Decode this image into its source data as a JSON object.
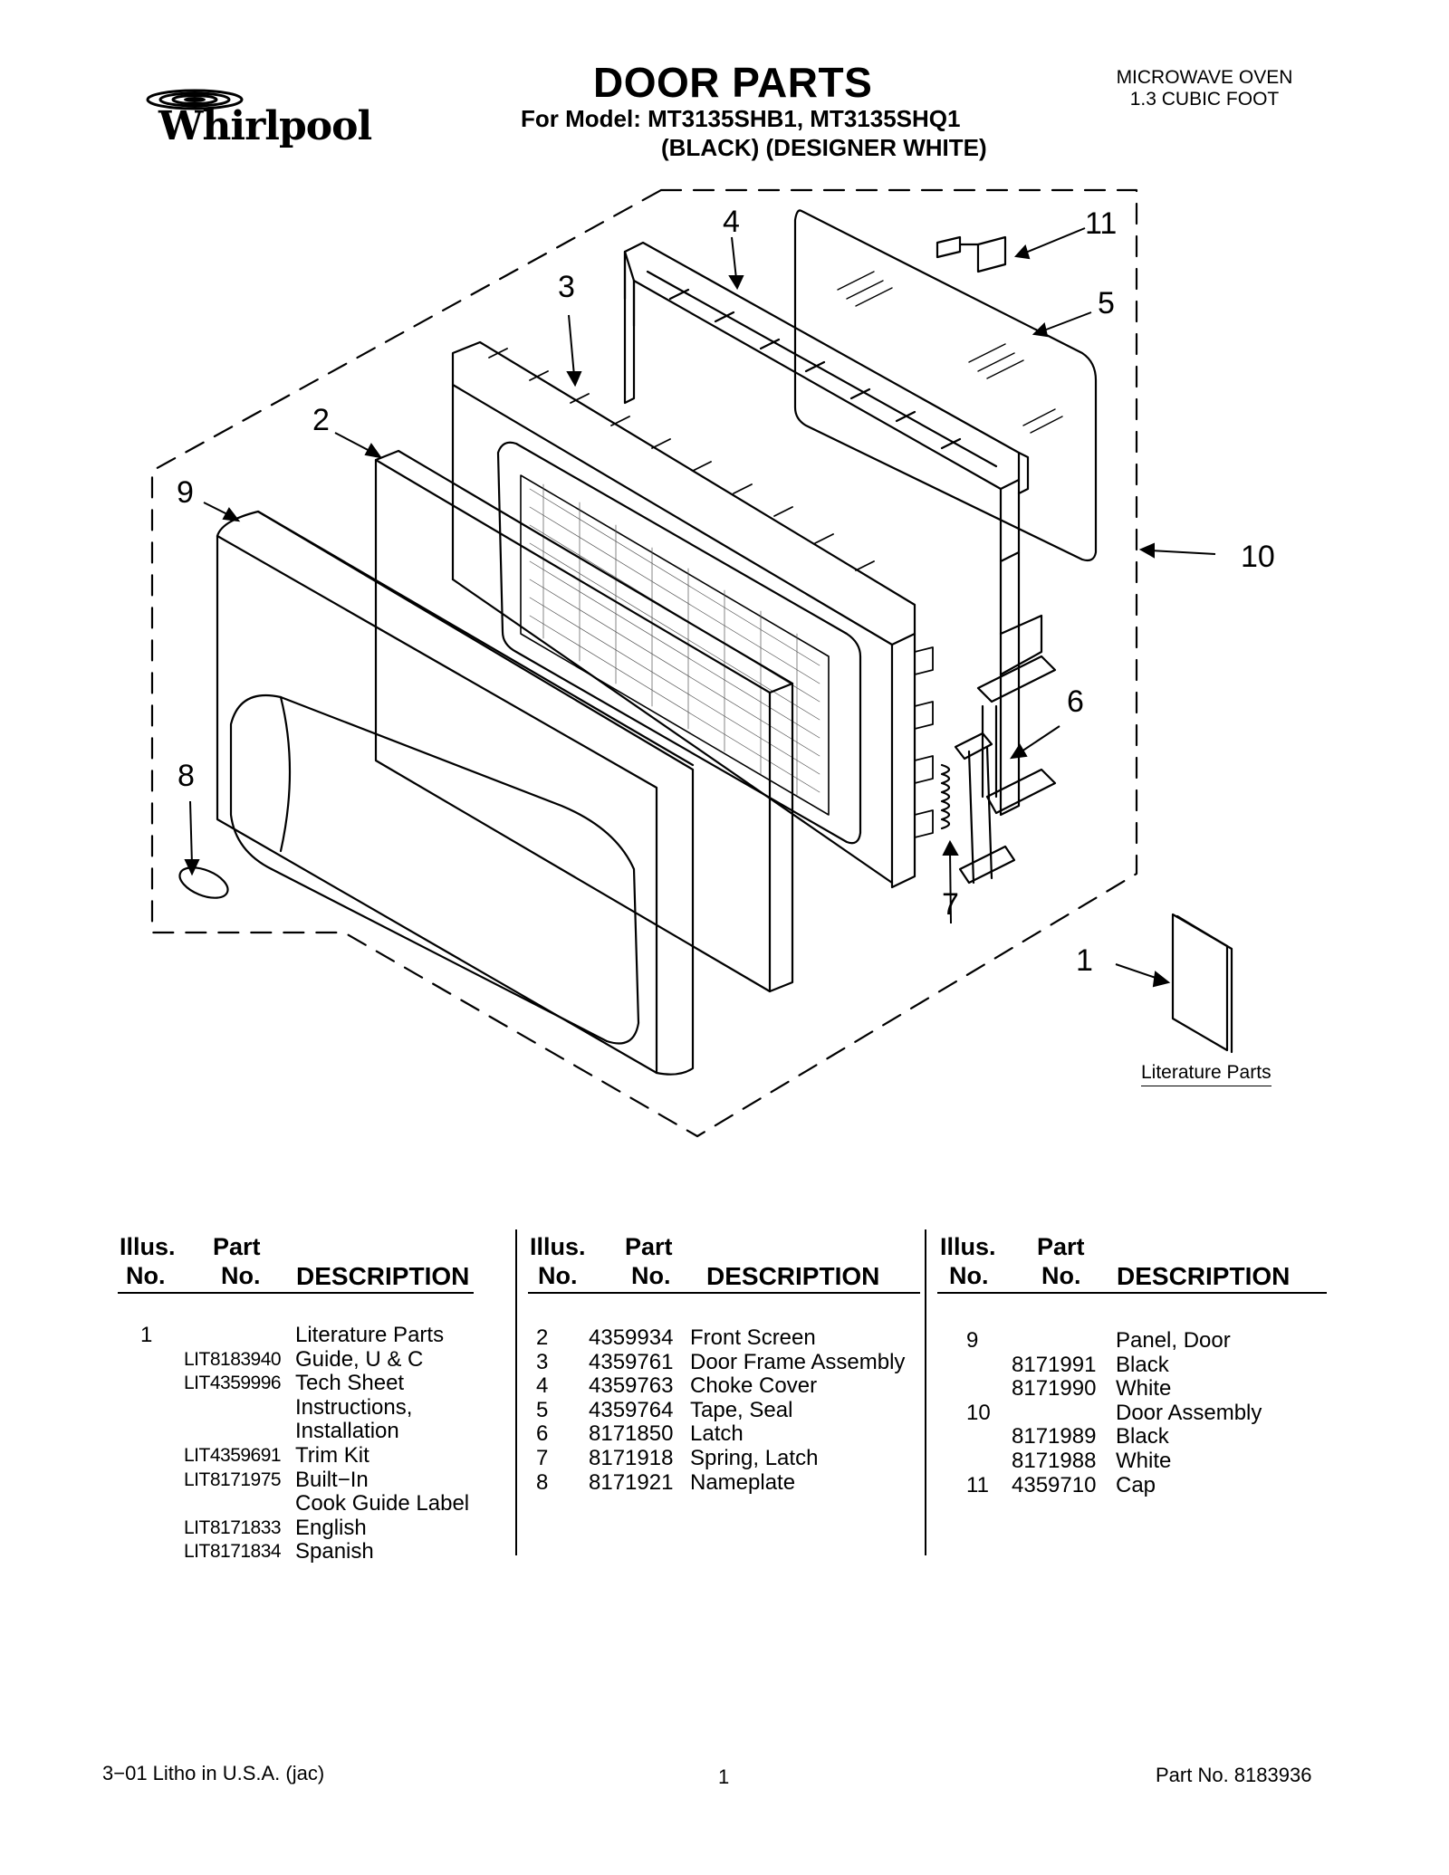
{
  "brand": {
    "name": "Whirlpool"
  },
  "header": {
    "title": "DOOR PARTS",
    "model_line": "For Model: MT3135SHB1, MT3135SHQ1",
    "color_line": "(BLACK)  (DESIGNER WHITE)",
    "product_type": "MICROWAVE OVEN",
    "capacity": "1.3 CUBIC FOOT"
  },
  "diagram": {
    "callouts": [
      "1",
      "2",
      "3",
      "4",
      "5",
      "6",
      "7",
      "8",
      "9",
      "10",
      "11"
    ],
    "literature_label": "Literature Parts"
  },
  "table": {
    "headers": {
      "illus": "Illus.",
      "no": "No.",
      "part": "Part",
      "part_no": "No.",
      "description": "DESCRIPTION"
    },
    "col1": [
      {
        "illus": "1",
        "part": "",
        "desc": "Literature Parts"
      },
      {
        "illus": "",
        "part": "LIT8183940",
        "desc": "Guide, U & C"
      },
      {
        "illus": "",
        "part": "LIT4359996",
        "desc": "Tech Sheet"
      },
      {
        "illus": "",
        "part": "",
        "desc": "Instructions,"
      },
      {
        "illus": "",
        "part": "",
        "desc": "Installation"
      },
      {
        "illus": "",
        "part": "LIT4359691",
        "desc": "Trim Kit"
      },
      {
        "illus": "",
        "part": "LIT8171975",
        "desc": "Built−In"
      },
      {
        "illus": "",
        "part": "",
        "desc": "Cook Guide Label"
      },
      {
        "illus": "",
        "part": "LIT8171833",
        "desc": "English"
      },
      {
        "illus": "",
        "part": "LIT8171834",
        "desc": "Spanish"
      }
    ],
    "col2": [
      {
        "illus": "2",
        "part": "4359934",
        "desc": "Front Screen"
      },
      {
        "illus": "3",
        "part": "4359761",
        "desc": "Door Frame Assembly"
      },
      {
        "illus": "4",
        "part": "4359763",
        "desc": "Choke Cover"
      },
      {
        "illus": "5",
        "part": "4359764",
        "desc": "Tape, Seal"
      },
      {
        "illus": "6",
        "part": "8171850",
        "desc": "Latch"
      },
      {
        "illus": "7",
        "part": "8171918",
        "desc": "Spring, Latch"
      },
      {
        "illus": "8",
        "part": "8171921",
        "desc": "Nameplate"
      }
    ],
    "col3": [
      {
        "illus": "9",
        "part": "",
        "desc": "Panel, Door"
      },
      {
        "illus": "",
        "part": "8171991",
        "desc": "Black"
      },
      {
        "illus": "",
        "part": "8171990",
        "desc": "White"
      },
      {
        "illus": "10",
        "part": "",
        "desc": "Door Assembly"
      },
      {
        "illus": "",
        "part": "8171989",
        "desc": "Black"
      },
      {
        "illus": "",
        "part": "8171988",
        "desc": "White"
      },
      {
        "illus": "11",
        "part": "4359710",
        "desc": "Cap"
      }
    ]
  },
  "footer": {
    "left": "3−01 Litho in U.S.A. (jac)",
    "center": "1",
    "right": "Part No. 8183936"
  }
}
